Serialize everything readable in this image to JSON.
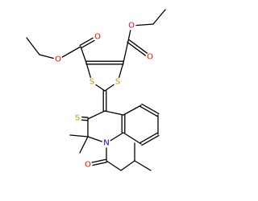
{
  "colors": {
    "bond": "#000000",
    "O": "#ff0000",
    "S": "#b8a000",
    "N": "#0000ff",
    "background": "#ffffff"
  },
  "atoms": [
    {
      "id": "o_ester_left",
      "element": "O"
    },
    {
      "id": "o_carbonyl_left",
      "element": "O"
    },
    {
      "id": "o_carbonyl_right",
      "element": "O"
    },
    {
      "id": "o_ester_right",
      "element": "O"
    },
    {
      "id": "s_ring_left",
      "element": "S"
    },
    {
      "id": "s_ring_right",
      "element": "S"
    },
    {
      "id": "s_thione",
      "element": "S"
    },
    {
      "id": "n_ring",
      "element": "N"
    },
    {
      "id": "o_amide",
      "element": "O"
    }
  ]
}
